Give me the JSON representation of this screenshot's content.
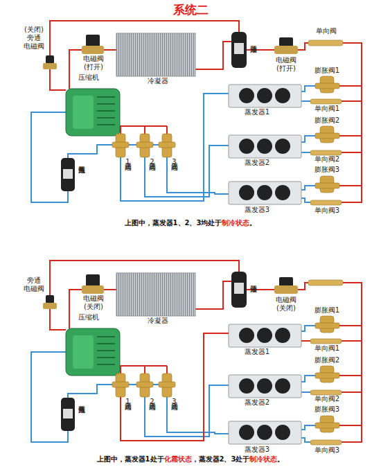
{
  "diagram": {
    "title": "系统二",
    "labels": [
      "(关闭) 旁通 电磁阀",
      "电磁阀 (打开)",
      "压缩机",
      "冷凝器",
      "储液器",
      "电磁阀 (打开)",
      "单向阀",
      "膨胀阀1",
      "单向阀1",
      "蒸发器1",
      "膨胀阀2",
      "三通阀1",
      "三通阀2",
      "三通阀3",
      "气液分离器",
      "单向阀2",
      "蒸发器2",
      "膨胀阀3",
      "单向阀3",
      "蒸发器3",
      "上图中，蒸发器1、2、3均处于",
      "制冷状态",
      "。",
      "旁通 电磁阀",
      "电磁阀 (关闭)",
      "压缩机",
      "冷凝器",
      "储液器",
      "电磁阀 (关闭)",
      "膨胀阀1",
      "单向阀1",
      "蒸发器1",
      "膨胀阀2",
      "三通阀1",
      "三通阀2",
      "三通阀3",
      "气液分离器",
      "单向阀2",
      "蒸发器2",
      "膨胀阀3",
      "单向阀3",
      "蒸发器3",
      "上图中，蒸发器1处于",
      "化霜状态",
      "，蒸发器2、3处于",
      "制冷状态",
      "。"
    ]
  }
}
